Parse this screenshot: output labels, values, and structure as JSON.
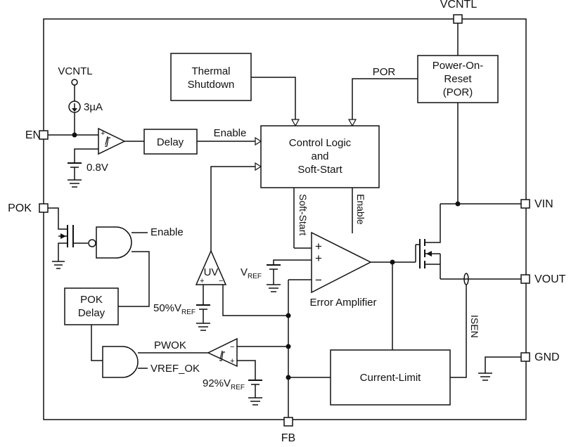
{
  "pins": {
    "vcntl_top": "VCNTL",
    "en": "EN",
    "pok": "POK",
    "vin": "VIN",
    "vout": "VOUT",
    "gnd": "GND",
    "fb": "FB"
  },
  "blocks": {
    "thermal_line1": "Thermal",
    "thermal_line2": "Shutdown",
    "por_line1": "Power-On-",
    "por_line2": "Reset",
    "por_line3": "(POR)",
    "delay": "Delay",
    "control_line1": "Control Logic",
    "control_line2": "and",
    "control_line3": "Soft-Start",
    "pok_delay_line1": "POK",
    "pok_delay_line2": "Delay",
    "current_limit": "Current-Limit",
    "uv": "UV",
    "error_amp": "Error Amplifier"
  },
  "signals": {
    "vcntl_inner": "VCNTL",
    "current_source": "3µA",
    "ref_08": "0.8V",
    "enable_delay": "Enable",
    "enable_nand": "Enable",
    "por": "POR",
    "soft_start": "Soft-Start",
    "enable_vertical": "Enable",
    "vref_main": "V",
    "vref_sub": "REF",
    "uv_ref_main": "50%V",
    "uv_ref_sub": "REF",
    "pwok": "PWOK",
    "vref_ok": "VREF_OK",
    "pwok_ref_main": "92%V",
    "pwok_ref_sub": "REF",
    "isen": "ISEN",
    "plus": "+",
    "minus": "−"
  }
}
